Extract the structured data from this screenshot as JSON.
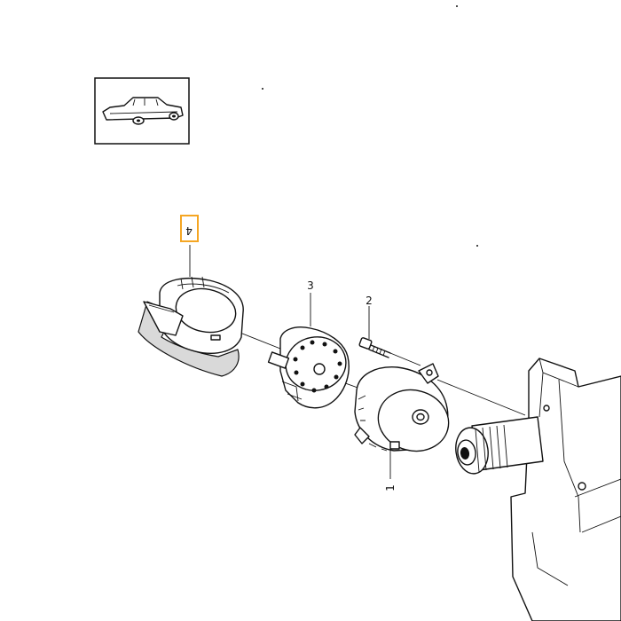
{
  "callouts": {
    "item1": "1",
    "item2": "2",
    "item3": "3",
    "item4": "4"
  },
  "highlight": {
    "selected_callout": "4",
    "color": "#f5a623"
  },
  "thumbnail": {
    "icon": "car-icon"
  }
}
